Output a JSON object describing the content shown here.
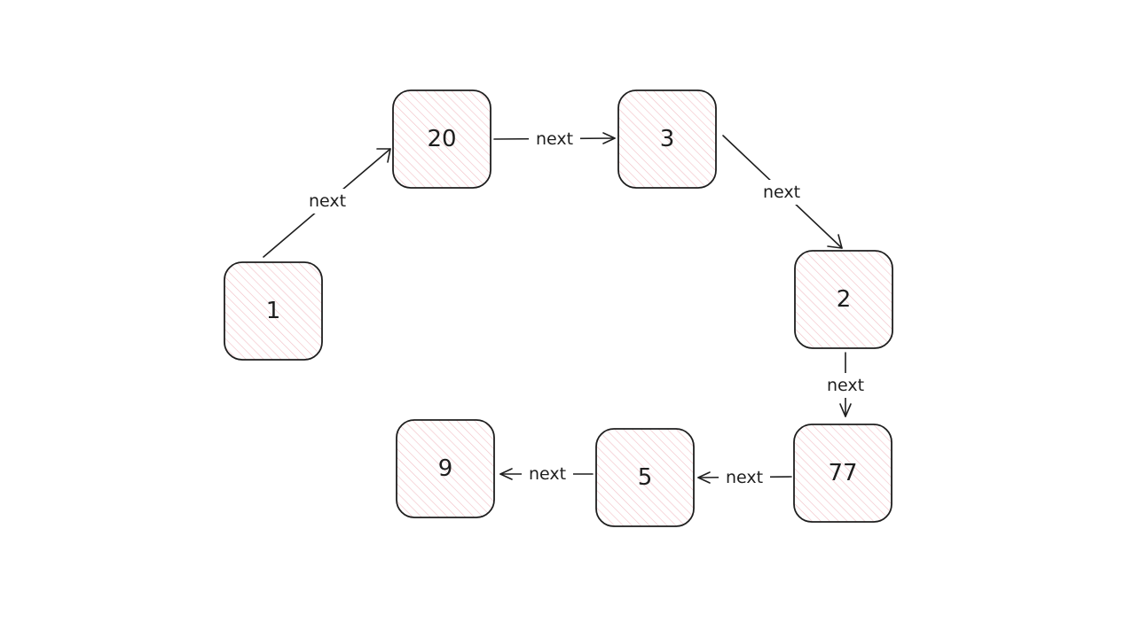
{
  "colors": {
    "stroke": "#1e1e1e",
    "node_fill_hatch": "#f2bfc5",
    "background": "#ffffff"
  },
  "nodes": [
    {
      "id": "n1",
      "label": "1"
    },
    {
      "id": "n20",
      "label": "20"
    },
    {
      "id": "n3",
      "label": "3"
    },
    {
      "id": "n2",
      "label": "2"
    },
    {
      "id": "n77",
      "label": "77"
    },
    {
      "id": "n5",
      "label": "5"
    },
    {
      "id": "n9",
      "label": "9"
    }
  ],
  "edges": [
    {
      "from": "n1",
      "to": "n20",
      "label": "next"
    },
    {
      "from": "n20",
      "to": "n3",
      "label": "next"
    },
    {
      "from": "n3",
      "to": "n2",
      "label": "next"
    },
    {
      "from": "n2",
      "to": "n77",
      "label": "next"
    },
    {
      "from": "n77",
      "to": "n5",
      "label": "next"
    },
    {
      "from": "n5",
      "to": "n9",
      "label": "next"
    }
  ]
}
